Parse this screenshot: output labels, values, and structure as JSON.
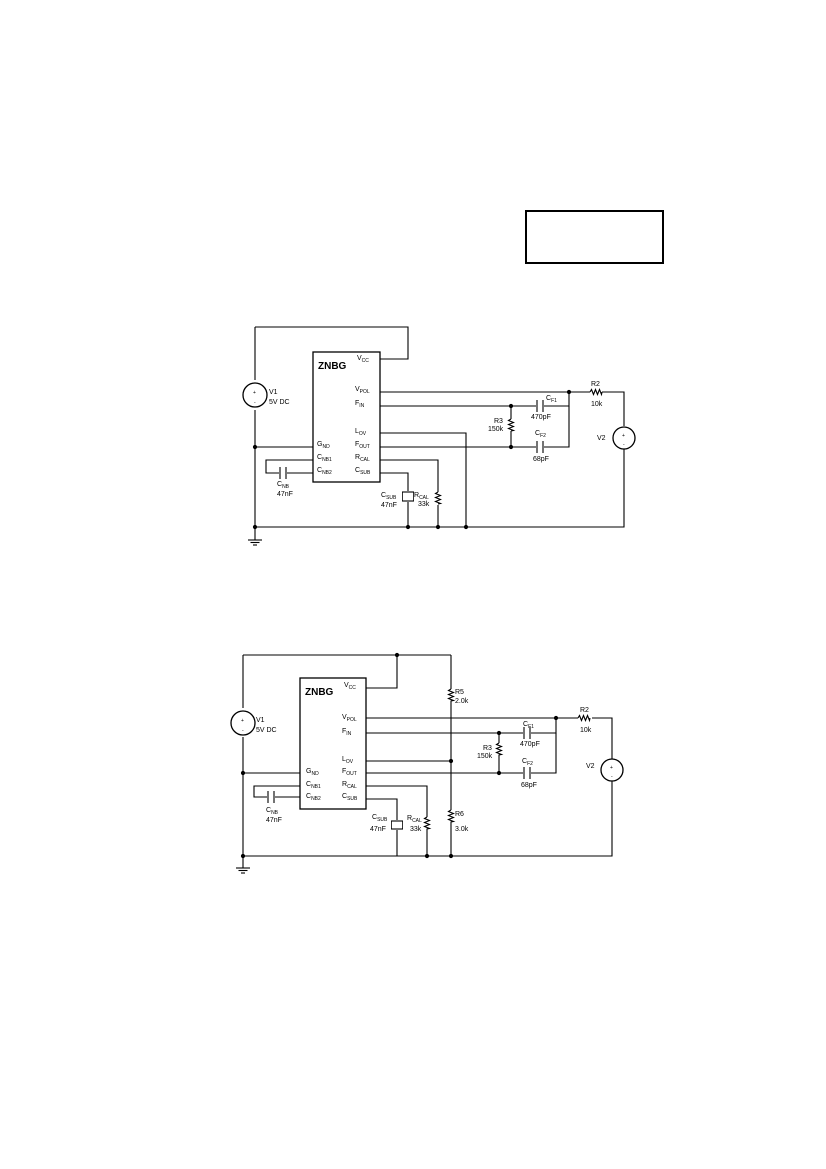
{
  "circuit1": {
    "chip": "ZNBG",
    "pins": {
      "vcc": [
        "V",
        "CC"
      ],
      "vpol": [
        "V",
        "POL"
      ],
      "fin": [
        "F",
        "IN"
      ],
      "lov": [
        "L",
        "OV"
      ],
      "gnd": [
        "G",
        "ND"
      ],
      "cnb1": [
        "C",
        "NB1"
      ],
      "cnb2": [
        "C",
        "NB2"
      ],
      "fout": [
        "F",
        "OUT"
      ],
      "rcal": [
        "R",
        "CAL"
      ],
      "csub": [
        "C",
        "SUB"
      ]
    },
    "v1": {
      "name": "V1",
      "value": "5V DC"
    },
    "v2": {
      "name": "V2"
    },
    "r2": {
      "name": "R2",
      "value": "10k"
    },
    "r3": {
      "name": "R3",
      "value": "150k"
    },
    "cf1": {
      "name": [
        "C",
        "F1"
      ],
      "value": "470pF"
    },
    "cf2": {
      "name": [
        "C",
        "F2"
      ],
      "value": "68pF"
    },
    "cnb": {
      "name": [
        "C",
        "NB"
      ],
      "value": "47nF"
    },
    "csub": {
      "name": [
        "C",
        "SUB"
      ],
      "value": "47nF"
    },
    "rcal": {
      "name": [
        "R",
        "CAL"
      ],
      "value": "33k"
    },
    "plus": "+",
    "minus": "-"
  },
  "circuit2": {
    "chip": "ZNBG",
    "pins": {
      "vcc": [
        "V",
        "CC"
      ],
      "vpol": [
        "V",
        "POL"
      ],
      "fin": [
        "F",
        "IN"
      ],
      "lov": [
        "L",
        "OV"
      ],
      "gnd": [
        "G",
        "ND"
      ],
      "cnb1": [
        "C",
        "NB1"
      ],
      "cnb2": [
        "C",
        "NB2"
      ],
      "fout": [
        "F",
        "OUT"
      ],
      "rcal": [
        "R",
        "CAL"
      ],
      "csub": [
        "C",
        "SUB"
      ]
    },
    "v1": {
      "name": "V1",
      "value": "5V DC"
    },
    "v2": {
      "name": "V2"
    },
    "r2": {
      "name": "R2",
      "value": "10k"
    },
    "r3": {
      "name": "R3",
      "value": "150k"
    },
    "r5": {
      "name": "R5",
      "value": "2.0k"
    },
    "r6": {
      "name": "R6",
      "value": "3.0k"
    },
    "cf1": {
      "name": [
        "C",
        "F1"
      ],
      "value": "470pF"
    },
    "cf2": {
      "name": [
        "C",
        "F2"
      ],
      "value": "68pF"
    },
    "cnb": {
      "name": [
        "C",
        "NB"
      ],
      "value": "47nF"
    },
    "csub": {
      "name": [
        "C",
        "SUB"
      ],
      "value": "47nF"
    },
    "rcal": {
      "name": [
        "R",
        "CAL"
      ],
      "value": "33k"
    },
    "plus": "+",
    "minus": "-"
  }
}
